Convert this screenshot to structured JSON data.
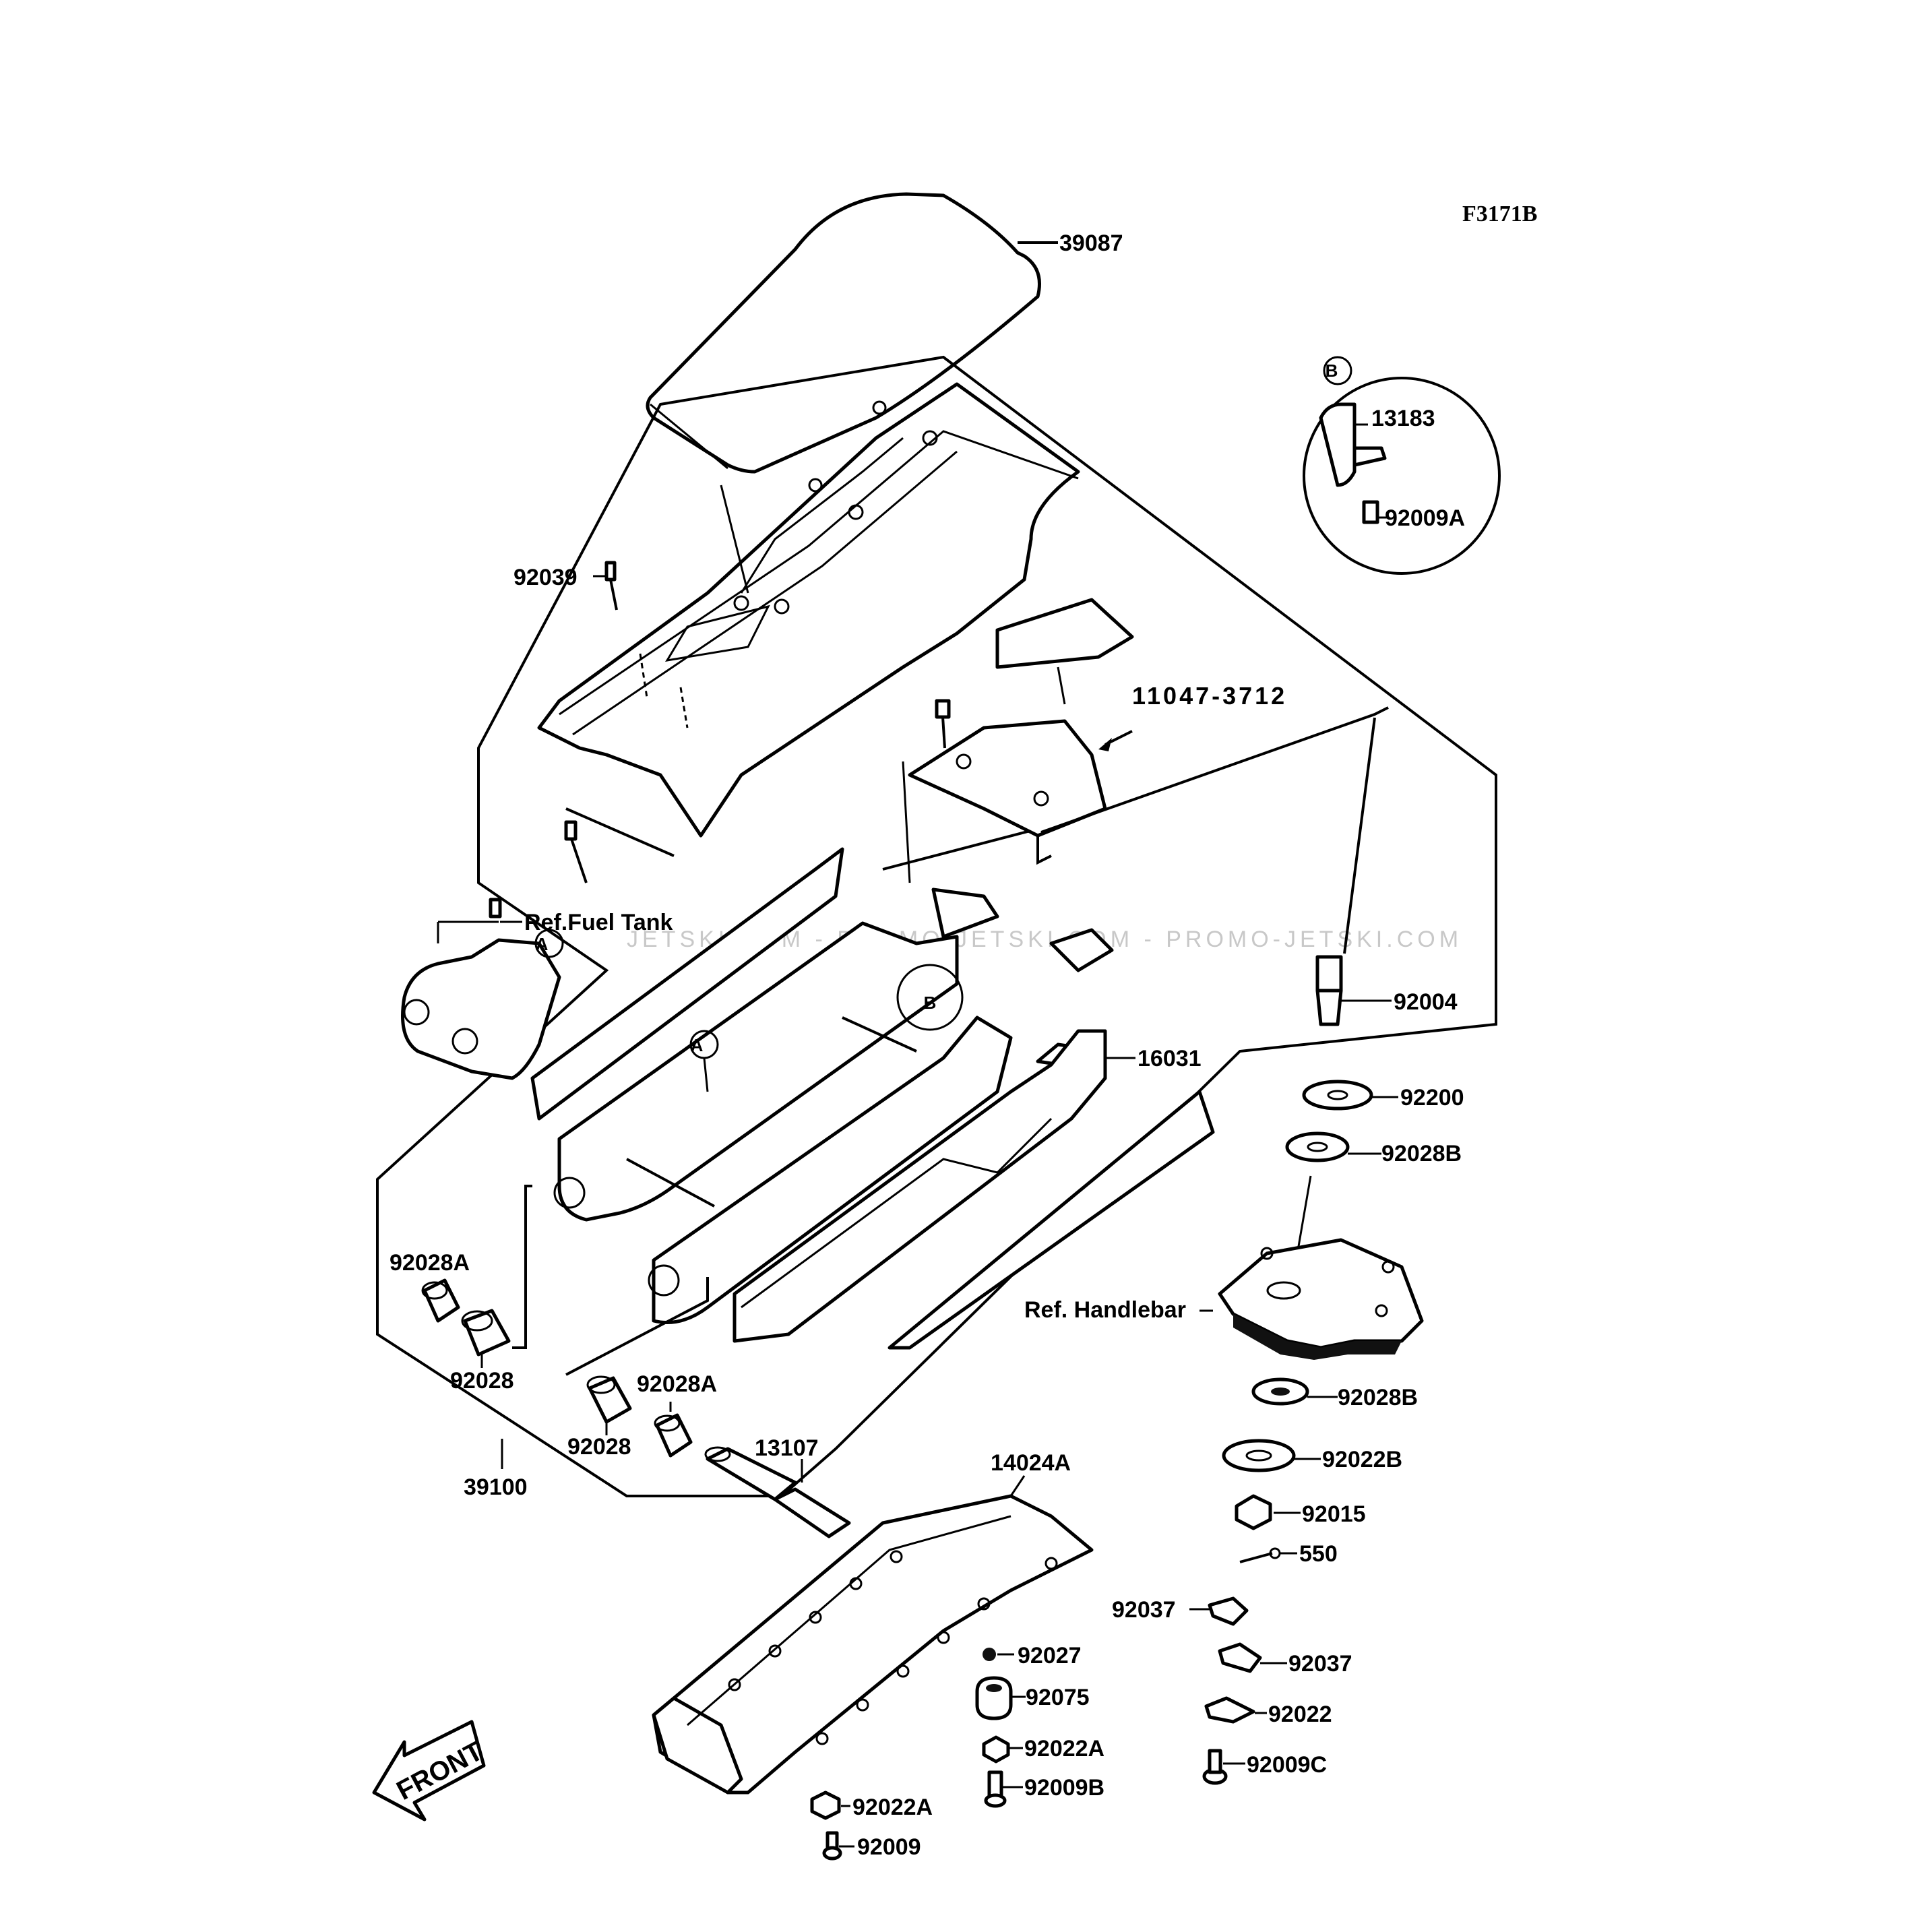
{
  "ref_code": "F3171B",
  "watermark": "JETSKI.COM - PROMO-JETSKI.COM - PROMO-JETSKI.COM",
  "callouts": {
    "a": "A",
    "b": "B"
  },
  "front_arrow": "FRONT",
  "labels": {
    "p39087": "39087",
    "p13183": "13183",
    "p92009A": "92009A",
    "p92039": "92039",
    "p11047": "11047-3712",
    "ref_fuel_tank": "Ref.Fuel Tank",
    "p92004": "92004",
    "p16031": "16031",
    "p92200": "92200",
    "p92028B_1": "92028B",
    "p92028A_1": "92028A",
    "ref_handlebar": "Ref. Handlebar",
    "p92028_1": "92028",
    "p92028A_2": "92028A",
    "p92028_2": "92028",
    "p92028B_2": "92028B",
    "p39100": "39100",
    "p13107": "13107",
    "p14024A": "14024A",
    "p92022B": "92022B",
    "p92015": "92015",
    "p550": "550",
    "p92037_1": "92037",
    "p92037_2": "92037",
    "p92027": "92027",
    "p92075": "92075",
    "p92022": "92022",
    "p92022A_1": "92022A",
    "p92009B": "92009B",
    "p92009C": "92009C",
    "p92022A_2": "92022A",
    "p92009": "92009"
  }
}
